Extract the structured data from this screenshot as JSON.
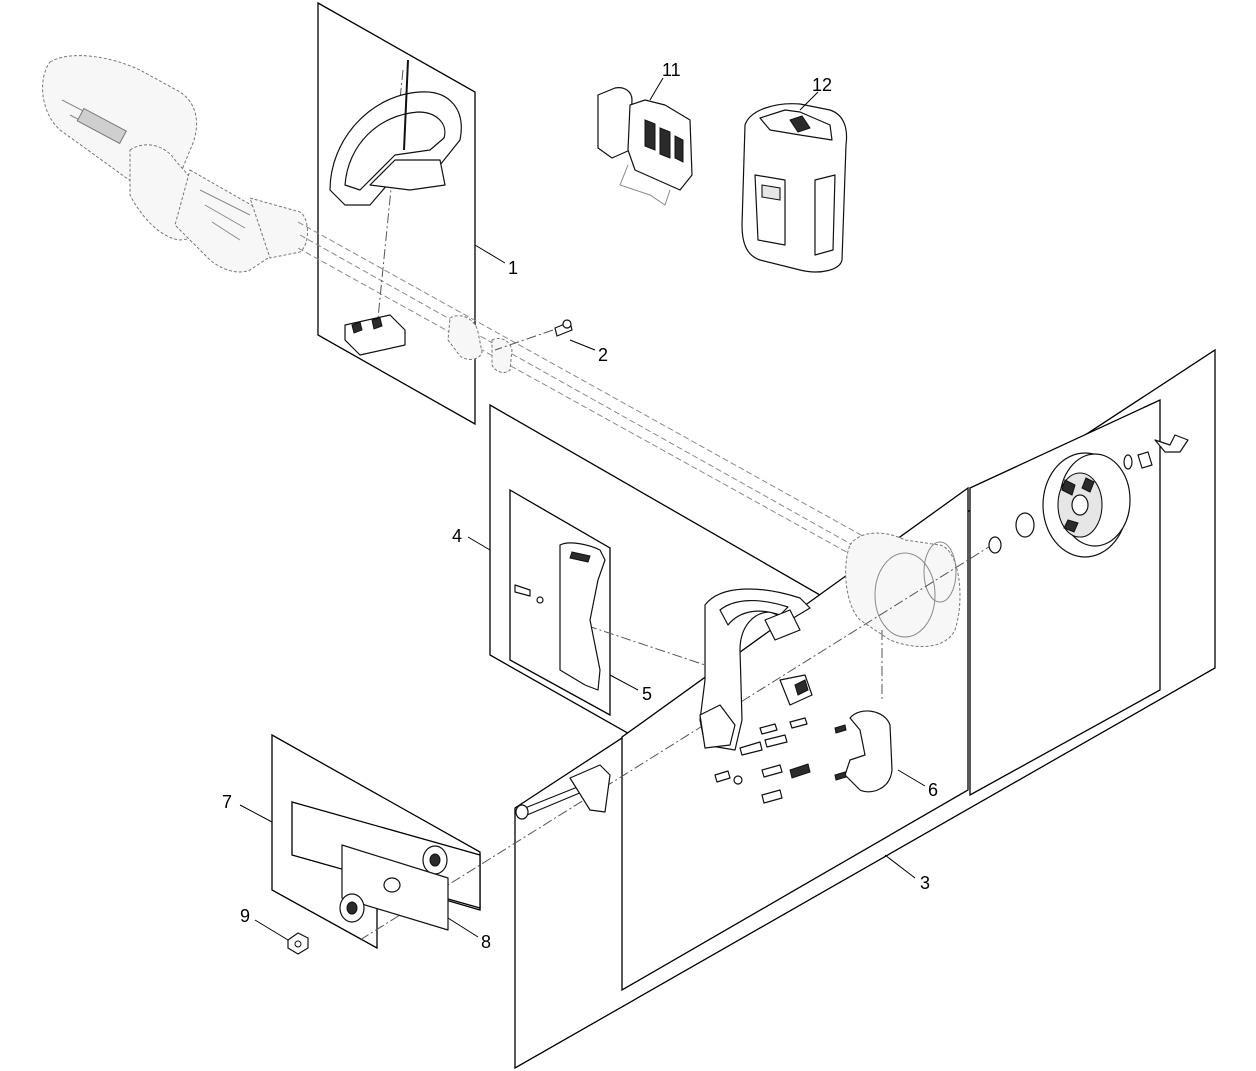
{
  "callouts": {
    "c1": "1",
    "c2": "2",
    "c3": "3",
    "c4": "4",
    "c5": "5",
    "c6": "6",
    "c7": "7",
    "c8": "8",
    "c9": "9",
    "c11": "11",
    "c12": "12"
  },
  "colors": {
    "line": "#000000",
    "background": "#ffffff",
    "ghost_line": "#777777"
  }
}
